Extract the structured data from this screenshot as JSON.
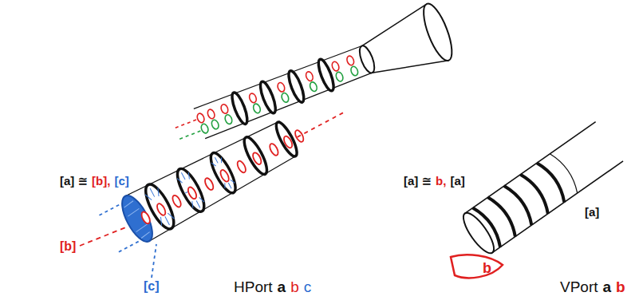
{
  "diagram": {
    "labels": [
      "[a] ≅",
      "[b],",
      "[c]",
      "[b]",
      "[c]",
      "HPort",
      "a",
      "b",
      "c",
      "[a] ≅",
      "b,",
      "[a]",
      "[a]",
      "b",
      "VPort",
      "a",
      "b"
    ]
  }
}
